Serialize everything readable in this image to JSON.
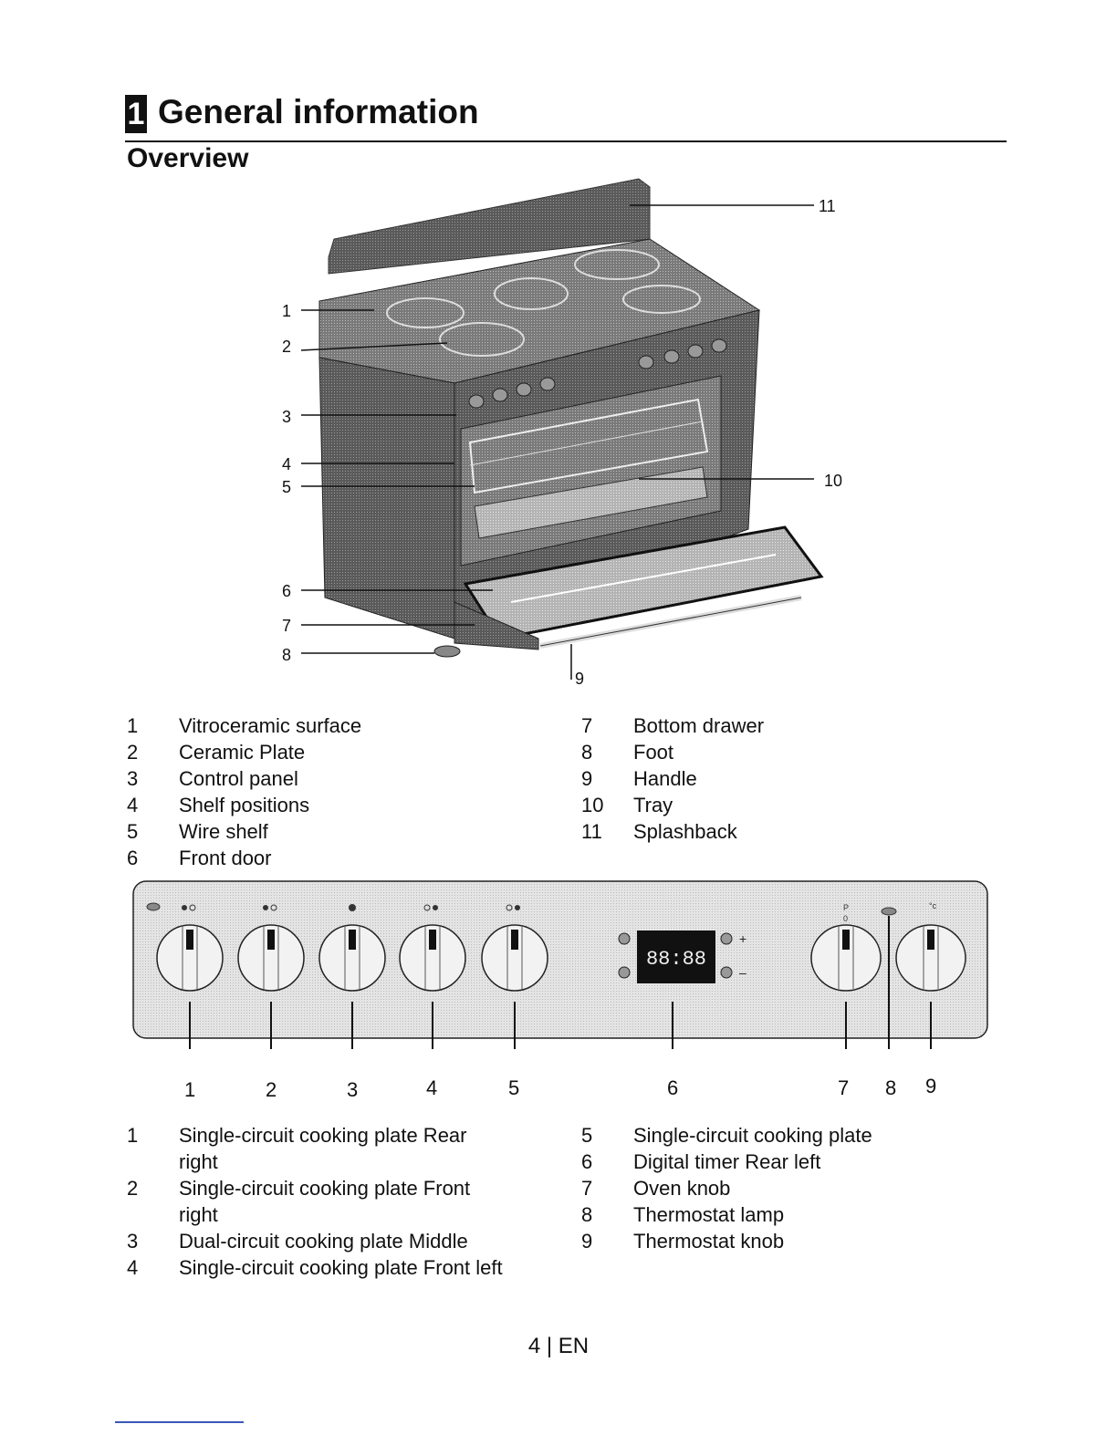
{
  "section": {
    "number": "1",
    "title": "General information"
  },
  "subtitle": "Overview",
  "overview_callouts": [
    "1",
    "2",
    "3",
    "4",
    "5",
    "6",
    "7",
    "8",
    "9",
    "10",
    "11"
  ],
  "overview_legend": {
    "left": [
      {
        "num": "1",
        "text": "Vitroceramic surface"
      },
      {
        "num": "2",
        "text": "Ceramic Plate"
      },
      {
        "num": "3",
        "text": "Control panel"
      },
      {
        "num": "4",
        "text": "Shelf positions"
      },
      {
        "num": "5",
        "text": "Wire shelf"
      },
      {
        "num": "6",
        "text": "Front door"
      }
    ],
    "right": [
      {
        "num": "7",
        "text": "Bottom drawer"
      },
      {
        "num": "8",
        "text": "Foot"
      },
      {
        "num": "9",
        "text": "Handle"
      },
      {
        "num": "10",
        "text": "Tray"
      },
      {
        "num": "11",
        "text": "Splashback"
      }
    ]
  },
  "panel": {
    "timer_display": "88:88",
    "oven_knob_marks": [
      "P",
      "0"
    ],
    "thermostat_unit": "°c",
    "callouts": [
      "1",
      "2",
      "3",
      "4",
      "5",
      "6",
      "7",
      "8",
      "9"
    ]
  },
  "panel_legend": {
    "left": [
      {
        "num": "1",
        "text": "Single-circuit cooking plate Rear right"
      },
      {
        "num": "2",
        "text": "Single-circuit cooking plate Front right"
      },
      {
        "num": "3",
        "text": "Dual-circuit cooking plate Middle"
      },
      {
        "num": "4",
        "text": "Single-circuit cooking plate Front left"
      }
    ],
    "right": [
      {
        "num": "5",
        "text": "Single-circuit cooking plate"
      },
      {
        "num": "6",
        "text": "Digital timer Rear left"
      },
      {
        "num": "7",
        "text": "Oven knob"
      },
      {
        "num": "8",
        "text": "Thermostat lamp"
      },
      {
        "num": "9",
        "text": "Thermostat knob"
      }
    ]
  },
  "footer": "4 | EN"
}
